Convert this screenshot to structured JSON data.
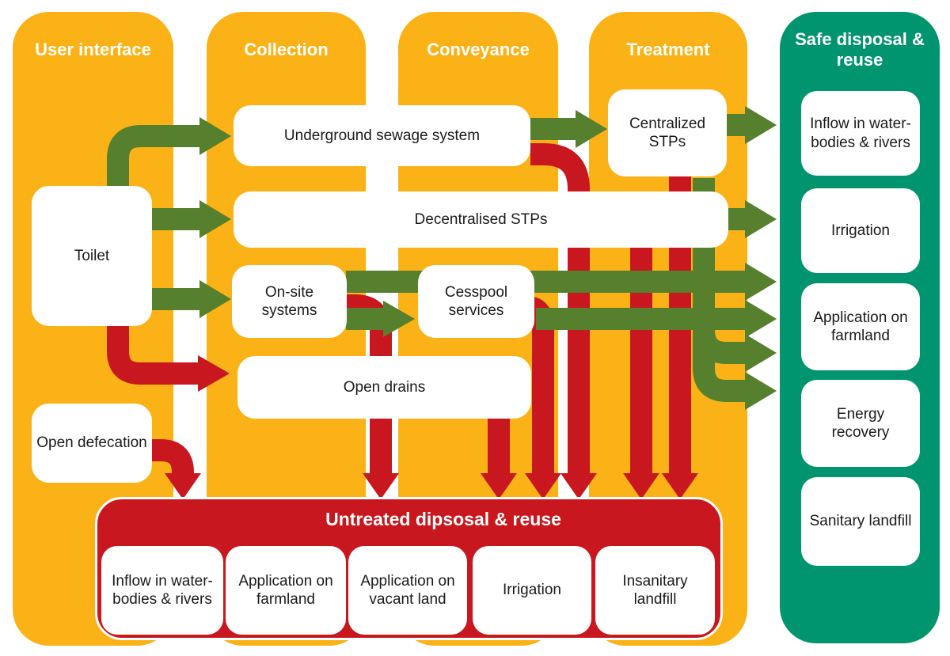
{
  "diagram": {
    "column_headers": [
      {
        "title": "User interface"
      },
      {
        "title": "Collection"
      },
      {
        "title": "Conveyance"
      },
      {
        "title": "Treatment"
      },
      {
        "title": "Safe disposal & reuse"
      }
    ],
    "nodes": {
      "toilet": "Toilet",
      "open_defecation": "Open defecation",
      "underground_sewage": "Underground sewage system",
      "decentralised_stps": "Decentralised STPs",
      "onsite_systems": "On-site systems",
      "cesspool_services": "Cesspool services",
      "open_drains": "Open drains",
      "centralized_stps": "Centralized STPs"
    },
    "safe_disposal_nodes": {
      "inflow": "Inflow in water-bodies & rivers",
      "irrigation": "Irrigation",
      "application_farmland": "Application on farmland",
      "energy_recovery": "Energy recovery",
      "sanitary_landfill": "Sanitary landfill"
    },
    "untreated_panel": {
      "title": "Untreated dipsosal & reuse",
      "nodes": {
        "inflow": "Inflow in water-bodies & rivers",
        "application_farmland": "Application on farmland",
        "application_vacant": "Application on vacant land",
        "irrigation": "Irrigation",
        "insanitary_landfill": "Insanitary landfill"
      }
    },
    "colors": {
      "column_yellow": "#FBB216",
      "column_teal": "#00946F",
      "arrow_green": "#567F2E",
      "arrow_red": "#C8171E"
    }
  }
}
